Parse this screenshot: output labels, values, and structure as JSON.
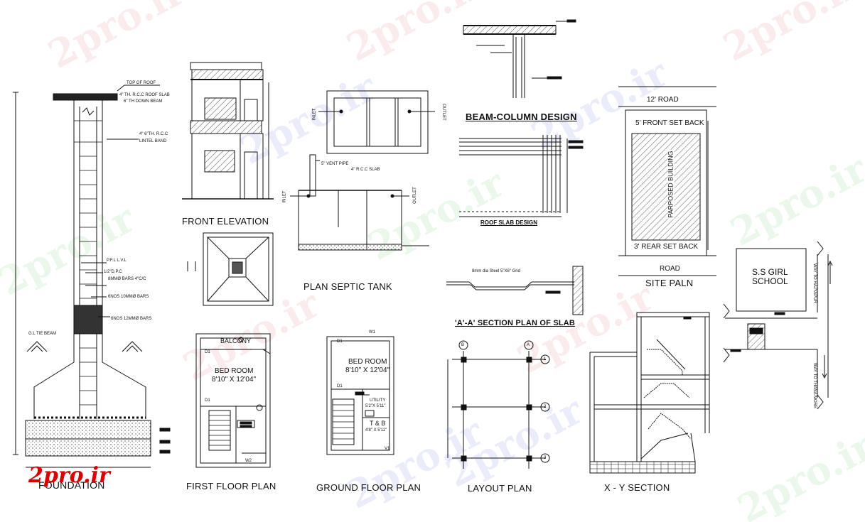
{
  "watermark": "2pro.ir",
  "logo": "2pro.ir",
  "titles": {
    "foundation": "FOUNDATION",
    "front_elevation": "FRONT ELEVATION",
    "plan_septic_tank": "PLAN SEPTIC TANK",
    "beam_column_design": "BEAM-COLUMN DESIGN",
    "roof_slab_design": "ROOF SLAB DESIGN",
    "section_plan_of_slab": "'A'-A' SECTION PLAN OF SLAB",
    "site_plan": "SITE PALN",
    "first_floor_plan": "FIRST FLOOR PLAN",
    "ground_floor_plan": "GROUND FLOOR PLAN",
    "layout_plan": "LAYOUT PLAN",
    "xy_section": "X - Y  SECTION"
  },
  "foundation_notes": {
    "top_of_roof": "TOP OF ROOF",
    "roof_slab": "4\" TH. R.C.C ROOF SLAB",
    "down_beam": "6\" TH DOWN BEAM",
    "lintel": "4\" 6\"TH. R.C.C",
    "lintel_band": "LINTEL BAND",
    "pfl": "P.F.L  L.V.L",
    "dpc": "1/2\"D.P.C",
    "bars_1": "8MMØ BARS 4\"C/C",
    "bars_2": "6NOS 10MMØ BARS",
    "bars_3": "6NOS 12MMØ BARS",
    "tie_beam": "G.L TIE BEAM"
  },
  "septic": {
    "inlet": "INLET",
    "outlet": "OUTLET",
    "vent_pipe": "5\" VENT PIPE",
    "rcc_slab": "4\" R.C.C SLAB"
  },
  "slab_note": "8mm dia Steel 5\"X6\" Grid",
  "site": {
    "road_top": "12' ROAD",
    "front_set_back": "5' FRONT SET BACK",
    "proposed_building": "PARPOSED BUILDING",
    "rear_set_back": "3' REAR SET BACK",
    "road_bottom": "ROAD"
  },
  "location": {
    "school": "S.S GIRL\nSCHOOL",
    "way_top": "WAY TO HAJYAPUR",
    "way_bottom": "WAY TO THANA MORE"
  },
  "first_floor": {
    "balcony": "BALCONY",
    "room": "BED ROOM",
    "size": "8'10\" X 12'04\"",
    "d1": "D1",
    "w2": "W2"
  },
  "ground_floor": {
    "room": "BED ROOM",
    "size": "8'10\" X 12'04\"",
    "utility": "UTILITY",
    "utility_size": "5'2\"X 5'11\"",
    "tb": "T & B",
    "tb_size": "4'8\" X 5'11\"",
    "w1": "W1",
    "v1": "V1",
    "d1": "D1"
  },
  "layout": {
    "col_b": "B",
    "col_a": "A",
    "row_1": "1",
    "row_2": "2",
    "row_3": "3"
  }
}
